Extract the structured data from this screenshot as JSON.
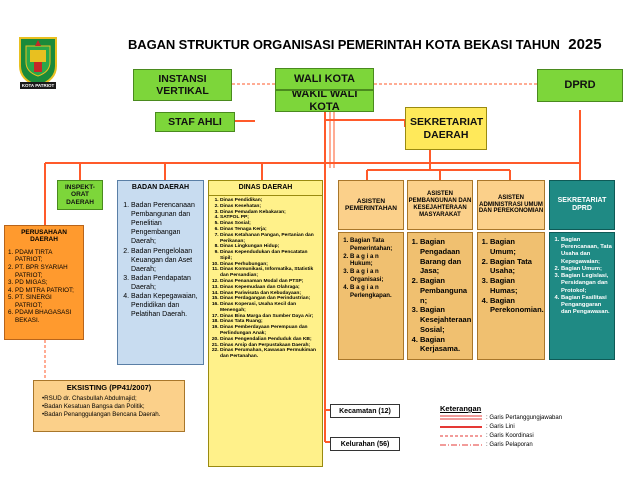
{
  "title": "BAGAN STRUKTUR ORGANISASI PEMERINTAH KOTA BEKASI TAHUN",
  "year": "2025",
  "logo": {
    "ribbon": "KOTA PATRIOT",
    "colors": {
      "shield": "#1a8a3a",
      "gold": "#e8c020",
      "red": "#c62828"
    }
  },
  "top": {
    "instansi": "INSTANSI VERTIKAL",
    "wali_kota": "WALI KOTA",
    "wakil": "WAKIL WALI KOTA",
    "dprd": "DPRD",
    "staf_ahli": "STAF AHLI",
    "sekretariat_daerah": "SEKRETARIAT DAERAH"
  },
  "inspektorat": "INSPEKT-ORAT DAERAH",
  "perusahaan": {
    "title": "PERUSAHAAN DAERAH",
    "items": [
      "PDAM TIRTA PATRIOT;",
      "PT. BPR SYARIAH PATRIOT;",
      "PD MIGAS;",
      "PD MITRA PATRIOT;",
      "PT. SINERGI PATRIOT;",
      "PDAM BHAGASASI BEKASI."
    ]
  },
  "badan": {
    "title": "BADAN DAERAH",
    "items": [
      "Badan Perencanaan Pembangunan dan Penelitian Pengembangan Daerah;",
      "Badan Pengelolaan Keuangan dan Aset Daerah;",
      "Badan Pendapatan Daerah;",
      "Badan Kepegawaian, Pendidikan dan Pelatihan Daerah."
    ]
  },
  "dinas": {
    "title": "DINAS DAERAH",
    "items": [
      "Dinas Pendidikan;",
      "Dinas Kesehatan;",
      "Dinas Pemadam Kebakaran;",
      "SATPOL PP;",
      "Dinas Sosial;",
      "Dinas Tenaga Kerja;",
      "Dinas Ketahanan Pangan, Pertanian dan Perikanan;",
      "Dinas Lingkungan Hidup;",
      "Dinas Kependudukan dan Pencatatan Sipil;",
      "Dinas Perhubungan;",
      "Dinas Komunikasi, Informatika, Statistik dan Persandian;",
      "Dinas Penanaman Modal dan PTSP;",
      "Dinas Kepemudaan dan Olahraga;",
      "Dinas Pariwisata dan Kebudayaan;",
      "Dinas Perdagangan dan Perindustrian;",
      "Dinas Koperasi, Usaha Kecil dan Menengah;",
      "Dinas Bina Marga dan Sumber Daya Air;",
      "Dinas Tata Ruang;",
      "Dinas Pemberdayaan Perempuan dan Perlindungan Anak;",
      "Dinas Pengendalian Penduduk dan KB;",
      "Dinas Arsip dan Perpustakaan Daerah;",
      "Dinas Perumahan, Kawasan Permukiman dan Pertanahan."
    ]
  },
  "asisten": [
    {
      "title": "ASISTEN PEMERINTAHAN",
      "items": [
        "Bagian Tata Pemerintahan;",
        "B a g i a n Hukum;",
        "B a g i a n Organisasi;",
        "B a g i a n Perlengkapan."
      ]
    },
    {
      "title": "ASISTEN PEMBANGUNAN DAN KESEJAHTERAAN MASYARAKAT",
      "items": [
        "Bagian Pengadaan Barang dan Jasa;",
        "Bagian Pembanguna n;",
        "Bagian Kesejahteraan Sosial;",
        "Bagian Kerjasama."
      ]
    },
    {
      "title": "ASISTEN ADMINISTRASI UMUM DAN PEREKONOMIAN",
      "items": [
        "Bagian Umum;",
        "Bagian Tata Usaha;",
        "Bagian Humas;",
        "Bagian Perekonomian."
      ]
    }
  ],
  "sekretariat_dprd": {
    "title": "SEKRETARIAT DPRD",
    "items": [
      "Bagian Perencanaan, Tata Usaha dan Kepegawaian;",
      "Bagian Umum;",
      "Bagian Legislasi, Persidangan dan Protokol;",
      "Bagian Fasilitasi Penganggaran dan Pengawasan."
    ]
  },
  "eksisting": {
    "title": "EKSISTING (PP41/2007)",
    "items": [
      "RSUD dr. Chasbullah Abdulmajid;",
      "Badan Kesatuan Bangsa dan Politik;",
      "Badan Penanggulangan Bencana Daerah."
    ]
  },
  "kecamatan": "Kecamatan (12)",
  "kelurahan": "Kelurahan (56)",
  "legend": {
    "title": "Keterangan",
    "items": [
      {
        "label": ": Garis Pertanggungjawaban",
        "color": "#e53935"
      },
      {
        "label": ": Garis Lini",
        "color": "#e53935"
      },
      {
        "label": ": Garis Koordinasi",
        "color": "#e53935"
      },
      {
        "label": ": Garis Pelaporan",
        "color": "#e53935"
      }
    ]
  },
  "colors": {
    "line": "#ff5a2a",
    "green": "#7dd63a",
    "yellow": "#ffe95a",
    "orange": "#ff9a2e",
    "light_orange": "#fbd08a",
    "light_blue": "#c8dcf0",
    "light_yellow": "#fff18a",
    "tan": "#f0c070",
    "teal": "#1f8a84"
  }
}
